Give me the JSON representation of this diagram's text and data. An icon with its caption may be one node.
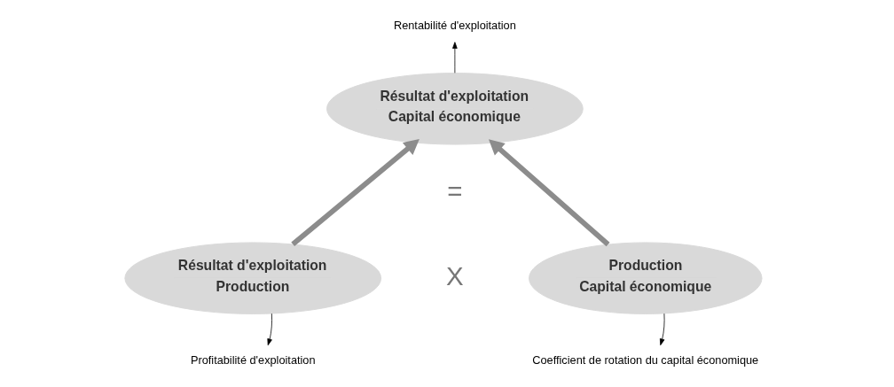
{
  "diagram": {
    "nodes": [
      {
        "text": [
          "Résultat d'exploitation",
          "Capital économique"
        ]
      },
      {
        "text": [
          "Résultat d'exploitation",
          "Production"
        ]
      },
      {
        "text": [
          "Production",
          "Capital économique"
        ]
      },
      {
        "text": [
          "Rentabilité d'exploitation"
        ]
      },
      {
        "text": [
          "Profitabilité d'exploitation"
        ]
      },
      {
        "text": [
          "Coefficient de rotation du capital économique"
        ]
      }
    ],
    "edges": [
      {
        "from": 1,
        "to": 0,
        "arrow": "to",
        "style": "thick",
        "color": "#8c8c8c"
      },
      {
        "from": 2,
        "to": 0,
        "arrow": "to",
        "style": "thick",
        "color": "#8c8c8c"
      },
      {
        "from": 0,
        "to": 3,
        "arrow": "to"
      },
      {
        "from": 1,
        "to": 4,
        "arrow": "to"
      },
      {
        "from": 2,
        "to": 5,
        "arrow": "to"
      }
    ],
    "labels": [
      "=",
      "X"
    ]
  }
}
